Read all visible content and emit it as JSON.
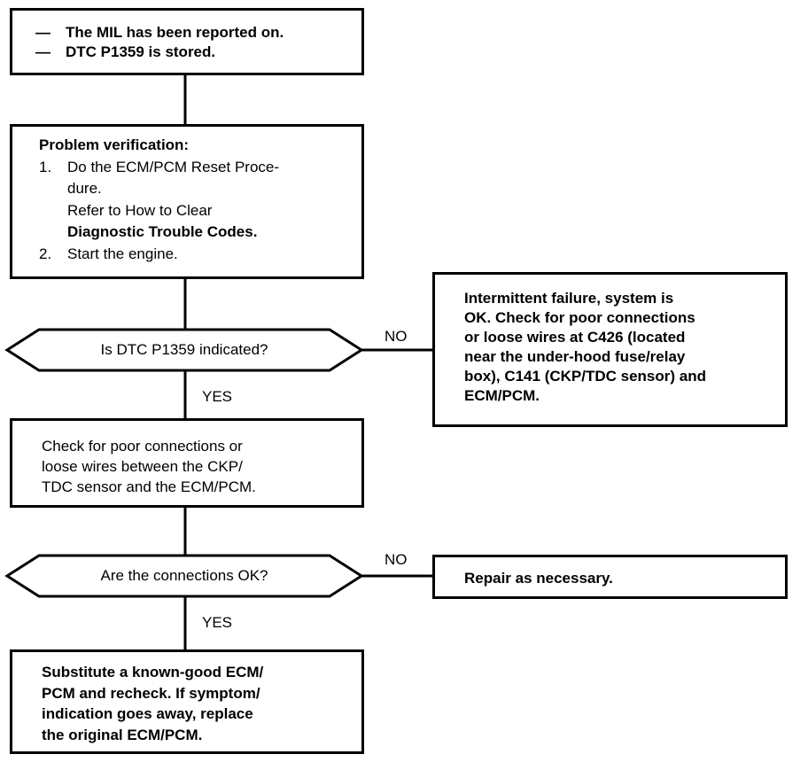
{
  "start": {
    "lines": [
      "The MIL has been reported on.",
      "DTC P1359 is stored."
    ]
  },
  "verify": {
    "title": "Problem verification:",
    "step1_num": "1.",
    "step1_a": "Do the ECM/PCM Reset Proce-",
    "step1_b": "dure.",
    "step1_c": "Refer to How to Clear",
    "step1_d": "Diagnostic Trouble Codes.",
    "step2_num": "2.",
    "step2": "Start the engine."
  },
  "decision1": {
    "label": "Is DTC P1359 indicated?",
    "no": "NO",
    "yes": "YES"
  },
  "intermittent": {
    "lines": [
      "Intermittent failure, system is",
      "OK. Check for poor connections",
      "or loose wires at C426 (located",
      "near the under-hood fuse/relay",
      "box), C141 (CKP/TDC sensor) and",
      "ECM/PCM."
    ]
  },
  "check": {
    "lines": [
      "Check for poor connections or",
      "loose wires between the CKP/",
      "TDC sensor and the ECM/PCM."
    ]
  },
  "decision2": {
    "label": "Are the connections OK?",
    "no": "NO",
    "yes": "YES"
  },
  "repair": {
    "text": "Repair as necessary."
  },
  "substitute": {
    "lines": [
      "Substitute a known-good ECM/",
      "PCM and recheck. If symptom/",
      "indication goes away, replace",
      "the original ECM/PCM."
    ]
  }
}
